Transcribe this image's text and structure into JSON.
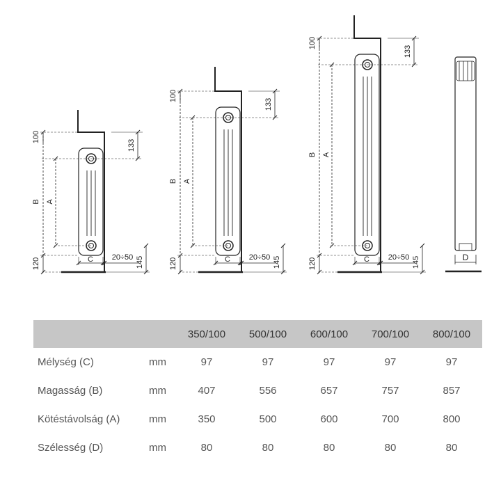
{
  "diagram": {
    "radiators": [
      {
        "dim_top": "100",
        "dim_conn": "133",
        "label_b": "B",
        "label_a": "A",
        "label_c": "C",
        "dim_gap": "20÷50",
        "dim_bottom": "120",
        "dim_side": "145"
      },
      {
        "dim_top": "100",
        "dim_conn": "133",
        "label_b": "B",
        "label_a": "A",
        "label_c": "C",
        "dim_gap": "20÷50",
        "dim_bottom": "120",
        "dim_side": "145"
      },
      {
        "dim_top": "100",
        "dim_conn": "133",
        "label_b": "B",
        "label_a": "A",
        "label_c": "C",
        "dim_gap": "20÷50",
        "dim_bottom": "120",
        "dim_side": "145"
      }
    ],
    "side_view_label": "D"
  },
  "table": {
    "headers": [
      "",
      "",
      "350/100",
      "500/100",
      "600/100",
      "700/100",
      "800/100"
    ],
    "rows": [
      {
        "label": "Mélység (C)",
        "unit": "mm",
        "values": [
          "97",
          "97",
          "97",
          "97",
          "97"
        ]
      },
      {
        "label": "Magasság (B)",
        "unit": "mm",
        "values": [
          "407",
          "556",
          "657",
          "757",
          "857"
        ]
      },
      {
        "label": "Kötéstávolság (A)",
        "unit": "mm",
        "values": [
          "350",
          "500",
          "600",
          "700",
          "800"
        ]
      },
      {
        "label": "Szélesség (D)",
        "unit": "mm",
        "values": [
          "80",
          "80",
          "80",
          "80",
          "80"
        ]
      }
    ]
  },
  "colors": {
    "header_bg": "#c6c6c6",
    "line": "#222222",
    "text": "#555555"
  }
}
